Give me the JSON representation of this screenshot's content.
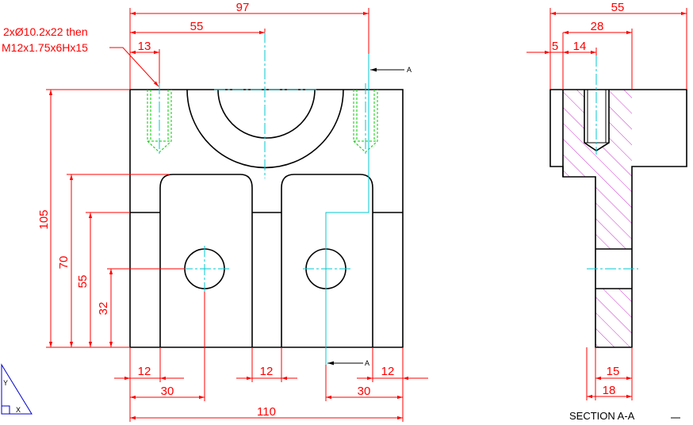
{
  "colors": {
    "outline": "#000000",
    "dimension": "#ff0000",
    "centerline": "#00c8d2",
    "thread": "#00cc00",
    "hatch": "#cc33cc",
    "background": "#ffffff"
  },
  "note": {
    "line1": "2xØ10.2x22 then",
    "line2": "M12x1.75x6Hx15"
  },
  "front_view": {
    "dims": {
      "width_top": "97",
      "left_to_center": "55",
      "hole_offset": "13",
      "height_total": "105",
      "height_70": "70",
      "height_55": "55",
      "height_32": "32",
      "left_leg": "12",
      "center_gap": "12",
      "right_leg": "12",
      "left_hole_x": "30",
      "right_hole_x": "30",
      "width_total": "110"
    },
    "section_mark_top": "A",
    "section_mark_bottom": "A"
  },
  "section_view": {
    "dims": {
      "width_total": "55",
      "width_28": "28",
      "dim_5": "5",
      "dim_14": "14",
      "dim_15": "15",
      "dim_18": "18"
    },
    "title": "SECTION A-A"
  },
  "ucs": {
    "y": "Y",
    "x": "X"
  }
}
